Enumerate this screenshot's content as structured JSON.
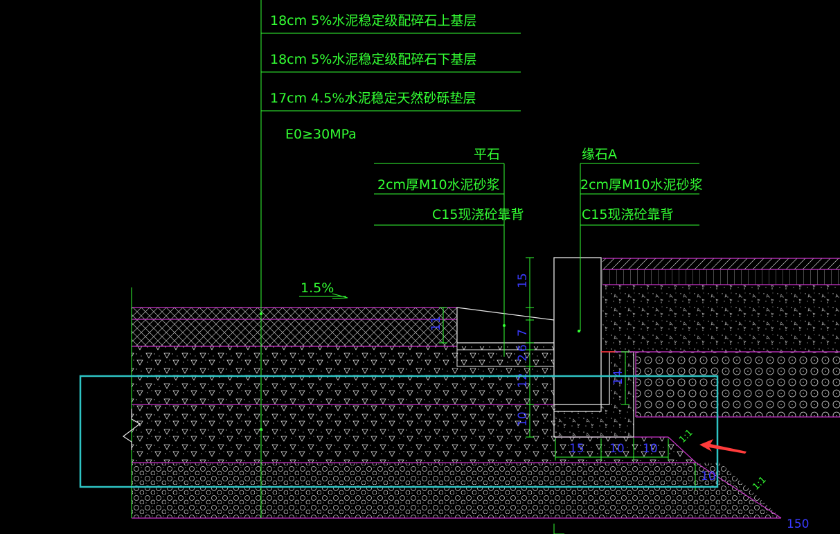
{
  "colors": {
    "background": "#000000",
    "annotation_green": "#33ff33",
    "layer_magenta": "#cc33cc",
    "dimension_blue": "#3a3aff",
    "linework_white": "#e8e8e8",
    "selection_cyan": "#2ec4c4",
    "pointer_red": "#ff3b3b"
  },
  "callouts": {
    "pavement": [
      "18cm 5%水泥稳定级配碎石上基层",
      "18cm 5%水泥稳定级配碎石下基层",
      "17cm 4.5%水泥稳定天然砂砾垫层"
    ],
    "modulus_note": "E0≥30MPa",
    "flat_stone": {
      "title": "平石",
      "layers": [
        "2cm厚M10水泥砂浆",
        "C15现浇砼靠背"
      ]
    },
    "curb_stone": {
      "title": "缘石A",
      "layers": [
        "2cm厚M10水泥砂浆",
        "C15现浇砼靠背"
      ]
    }
  },
  "slope": "1.5%",
  "dimensions": {
    "curb_reveal": "15",
    "layer_11": "11",
    "vertical_7": "7",
    "vertical_6": "6",
    "vertical_2": "2",
    "vertical_12": "12",
    "vertical_10": "10",
    "right_14": "14",
    "bottom_15": "15",
    "bottom_10a": "10",
    "bottom_10b": "10",
    "right_10": "10",
    "corner_150": "150"
  },
  "slope_ratios": [
    "1:1",
    "1:1"
  ],
  "icons": [
    "red-arrow-pointer-icon",
    "break-line-icon"
  ]
}
